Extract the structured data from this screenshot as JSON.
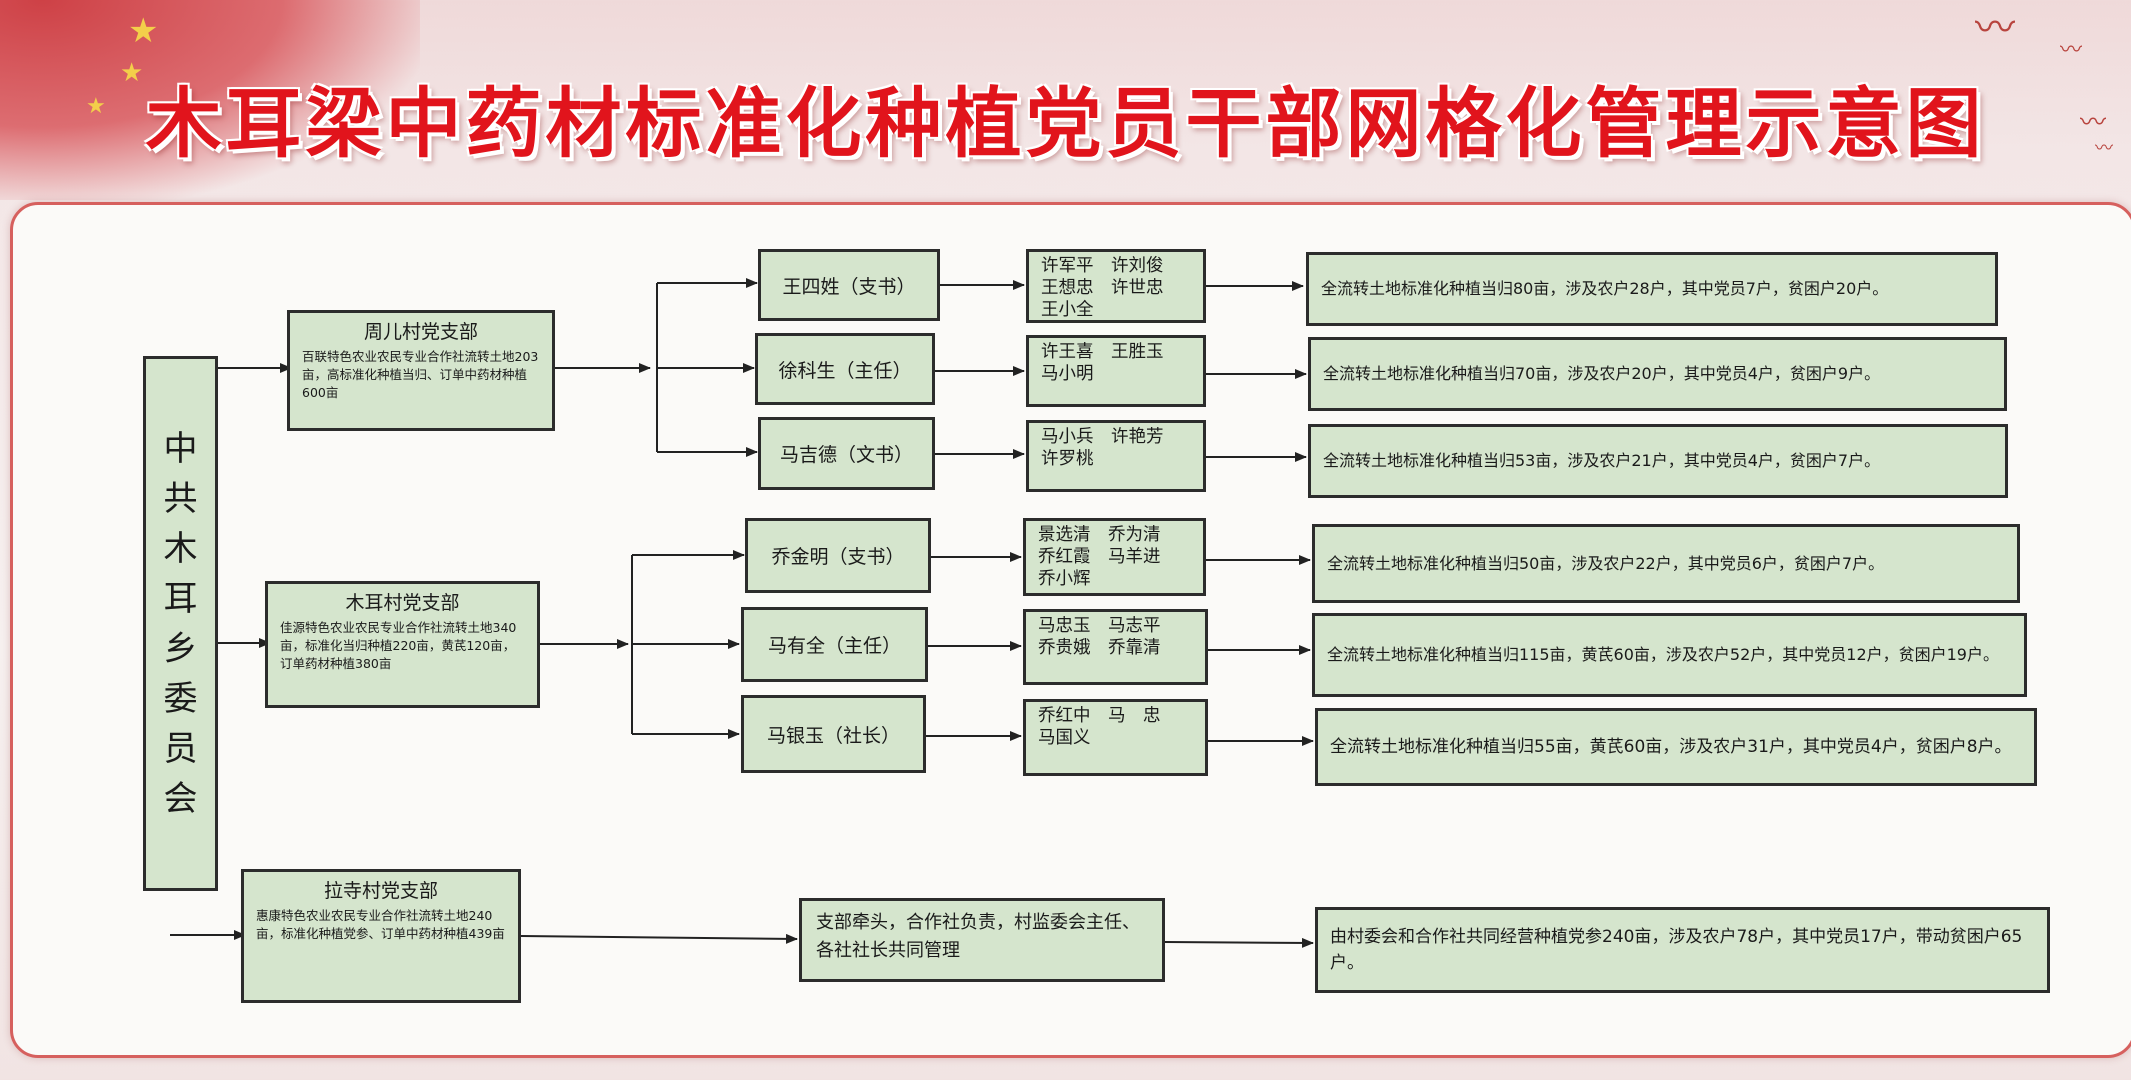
{
  "title": "木耳梁中药材标准化种植党员干部网格化管理示意图",
  "root": "中共木耳乡委员会",
  "branches": [
    {
      "name": "周儿村党支部",
      "desc": "百联特色农业农民专业合作社流转土地203亩，高标准化种植当归、订单中药材种植600亩",
      "leaders": [
        {
          "label": "王四姓（支书）",
          "members": "许军平　许刘俊\n王想忠　许世忠\n王小全",
          "stats": "全流转土地标准化种植当归80亩，涉及农户28户，其中党员7户，贫困户20户。"
        },
        {
          "label": "徐科生（主任）",
          "members": "许王喜　王胜玉\n马小明",
          "stats": "全流转土地标准化种植当归70亩，涉及农户20户，其中党员4户，贫困户9户。"
        },
        {
          "label": "马吉德（文书）",
          "members": "马小兵　许艳芳\n许罗桃",
          "stats": "全流转土地标准化种植当归53亩，涉及农户21户，其中党员4户，贫困户7户。"
        }
      ]
    },
    {
      "name": "木耳村党支部",
      "desc": "佳源特色农业农民专业合作社流转土地340亩，标准化当归种植220亩，黄芪120亩，订单药材种植380亩",
      "leaders": [
        {
          "label": "乔金明（支书）",
          "members": "景选清　乔为清\n乔红霞　马羊进\n乔小辉",
          "stats": "全流转土地标准化种植当归50亩，涉及农户22户，其中党员6户，贫困户7户。"
        },
        {
          "label": "马有全（主任）",
          "members": "马忠玉　马志平\n乔贵娥　乔靠清",
          "stats": "全流转土地标准化种植当归115亩，黄芪60亩，涉及农户52户，其中党员12户，贫困户19户。"
        },
        {
          "label": "马银玉（社长）",
          "members": "乔红中　马　忠\n马国义",
          "stats": "全流转土地标准化种植当归55亩，黄芪60亩，涉及农户31户，其中党员4户，贫困户8户。"
        }
      ]
    },
    {
      "name": "拉寺村党支部",
      "desc": "惠康特色农业农民专业合作社流转土地240亩，标准化种植党参、订单中药材种植439亩",
      "management": "支部牵头，合作社负责，村监委会主任、各社社长共同管理",
      "stats": "由村委会和合作社共同经营种植党参240亩，涉及农户78户，其中党员17户，带动贫困户65户。"
    }
  ]
}
